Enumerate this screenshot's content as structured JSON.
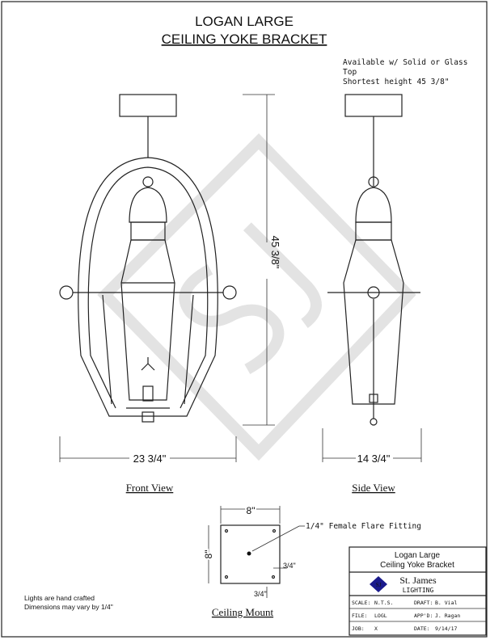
{
  "title": {
    "line1": "LOGAN LARGE",
    "line2": "CEILING YOKE BRACKET"
  },
  "notes_top": {
    "line1": "Available w/ Solid or Glass",
    "line2": "Top",
    "line3": "Shortest height 45 3/8\""
  },
  "dimensions": {
    "height": "45 3/8\"",
    "front_width": "23 3/4\"",
    "side_width": "14 3/4\"",
    "mount_width": "8\"",
    "mount_height": "8\"",
    "offset_x": "3/4\"",
    "offset_y": "3/4\""
  },
  "views": {
    "front": "Front View",
    "side": "Side View",
    "mount": "Ceiling Mount"
  },
  "callout": "1/4\" Female Flare Fitting",
  "notes_bottom": {
    "line1": "Lights are hand crafted",
    "line2": "Dimensions may vary by 1/4\""
  },
  "title_block": {
    "product_line1": "Logan Large",
    "product_line2": "Ceiling Yoke Bracket",
    "company": "St. James",
    "company_sub": "LIGHTING",
    "logo_text": "SJ",
    "scale_label": "SCALE:",
    "scale": "N.T.S.",
    "draft_label": "DRAFT:",
    "draft": "B. Vial",
    "file_label": "FILE:",
    "file": "LOGL",
    "appd_label": "APP'D:",
    "appd": "J. Ragan",
    "job_label": "JOB:",
    "job": "X",
    "date_label": "DATE:",
    "date": "9/14/17"
  },
  "colors": {
    "logo": "#1a1a8c",
    "watermark": "#e3e3e3"
  }
}
